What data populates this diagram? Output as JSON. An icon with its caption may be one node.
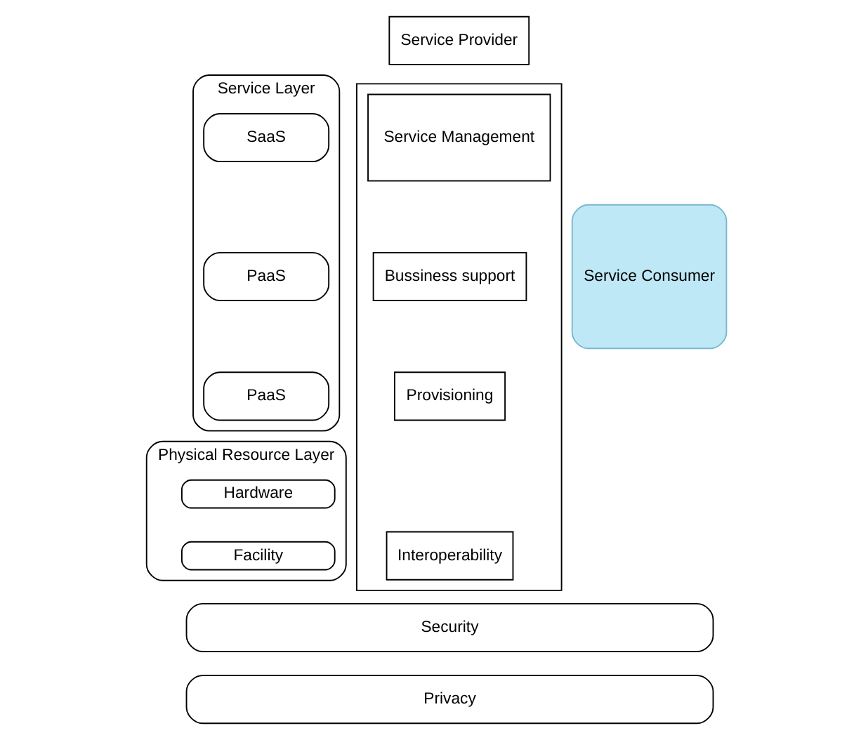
{
  "diagram": {
    "nodes": [
      {
        "text": [
          "Service Provider"
        ]
      },
      {
        "text": [
          "Service Consumer"
        ]
      },
      {
        "text": [
          "Service Layer"
        ]
      },
      {
        "text": [
          "SaaS"
        ],
        "in": 2
      },
      {
        "text": [
          "PaaS"
        ],
        "in": 2
      },
      {
        "text": [
          "PaaS"
        ],
        "in": 2
      },
      {
        "text": [
          "Physical Resource Layer"
        ]
      },
      {
        "text": [
          "Hardware"
        ],
        "in": 6
      },
      {
        "text": [
          "Facility"
        ],
        "in": 6
      },
      {
        "text": [],
        "shape": "box"
      },
      {
        "text": [
          "Service Management"
        ],
        "in": 9
      },
      {
        "text": [
          "Bussiness support"
        ],
        "in": 9
      },
      {
        "text": [
          "Provisioning"
        ],
        "in": 9
      },
      {
        "text": [
          "Interoperability"
        ],
        "in": 9
      },
      {
        "text": [
          "Security"
        ]
      },
      {
        "text": [
          "Privacy"
        ]
      }
    ],
    "edges": []
  }
}
